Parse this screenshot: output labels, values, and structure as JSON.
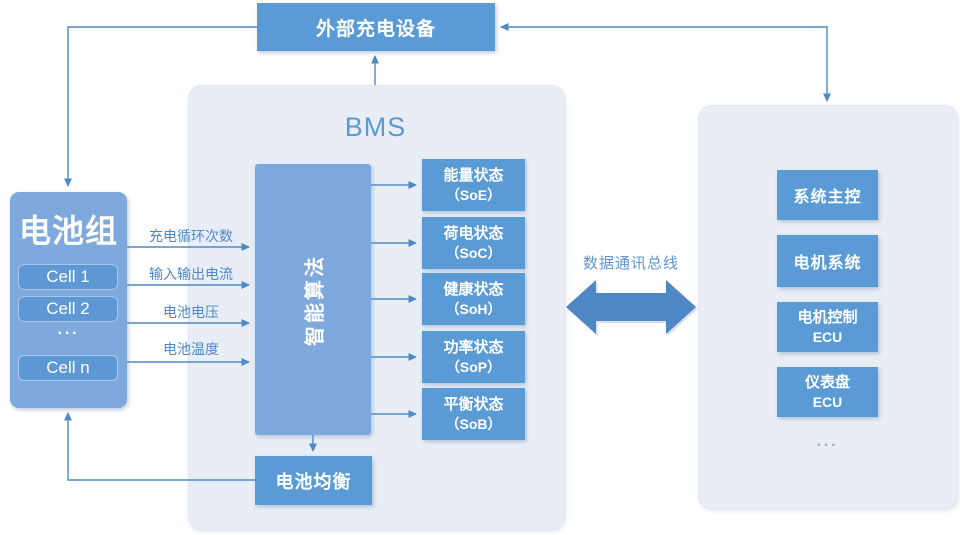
{
  "colors": {
    "box_blue": "#5B9BD5",
    "light_box_blue": "#7FA9DC",
    "cell_blue": "#5D97D4",
    "cell_border": "#A2C7EA",
    "panel_bg": "#E9EEF6",
    "line_blue": "#4E8AC8",
    "label_blue": "#4E88C7"
  },
  "charger": {
    "label": "外部充电设备"
  },
  "battery": {
    "title": "电池组",
    "cells": [
      "Cell 1",
      "Cell 2",
      "Cell n"
    ],
    "ellipsis": "···"
  },
  "signals": [
    "充电循环次数",
    "输入输出电流",
    "电池电压",
    "电池温度"
  ],
  "bms": {
    "title": "BMS",
    "algorithm": "智能算法",
    "balance": "电池均衡",
    "states": [
      {
        "line1": "能量状态",
        "line2": "（SoE）"
      },
      {
        "line1": "荷电状态",
        "line2": "（SoC）"
      },
      {
        "line1": "健康状态",
        "line2": "（SoH）"
      },
      {
        "line1": "功率状态",
        "line2": "（SoP）"
      },
      {
        "line1": "平衡状态",
        "line2": "（SoB）"
      }
    ]
  },
  "bus": {
    "label": "数据通讯总线"
  },
  "vehicle": {
    "items": [
      {
        "line1": "系统主控",
        "line2": ""
      },
      {
        "line1": "电机系统",
        "line2": ""
      },
      {
        "line1": "电机控制",
        "line2": "ECU"
      },
      {
        "line1": "仪表盘",
        "line2": "ECU"
      }
    ],
    "ellipsis": "···"
  }
}
